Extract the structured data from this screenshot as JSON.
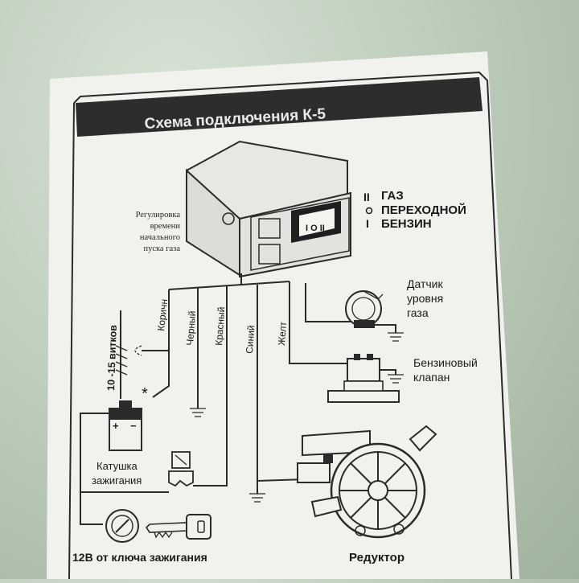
{
  "title": "Схема подключения  К-5",
  "controller": {
    "adjust_label": [
      "Регулировка",
      "времени",
      "начального",
      "пуска газа"
    ]
  },
  "modes": [
    {
      "symbol": "II",
      "label": "ГАЗ"
    },
    {
      "symbol": "O",
      "label": "ПЕРЕХОДНОЙ"
    },
    {
      "symbol": "I",
      "label": "БЕНЗИН"
    }
  ],
  "wires": {
    "brown": "Коричн",
    "black": "Черный",
    "red": "Красный",
    "blue": "Синий",
    "yellow": "Желт"
  },
  "coil": {
    "turns_label": "10 -15 витков",
    "asterisk": "*",
    "plus": "+",
    "minus": "−",
    "label_line1": "Катушка",
    "label_line2": "зажигания"
  },
  "ignition": {
    "label": "12В от ключа зажигания"
  },
  "gas_sensor": {
    "label": [
      "Датчик",
      "уровня",
      "газа"
    ]
  },
  "petrol_valve": {
    "label": [
      "Бензиновый",
      "клапан"
    ]
  },
  "reducer": {
    "label": "Редуктор"
  }
}
